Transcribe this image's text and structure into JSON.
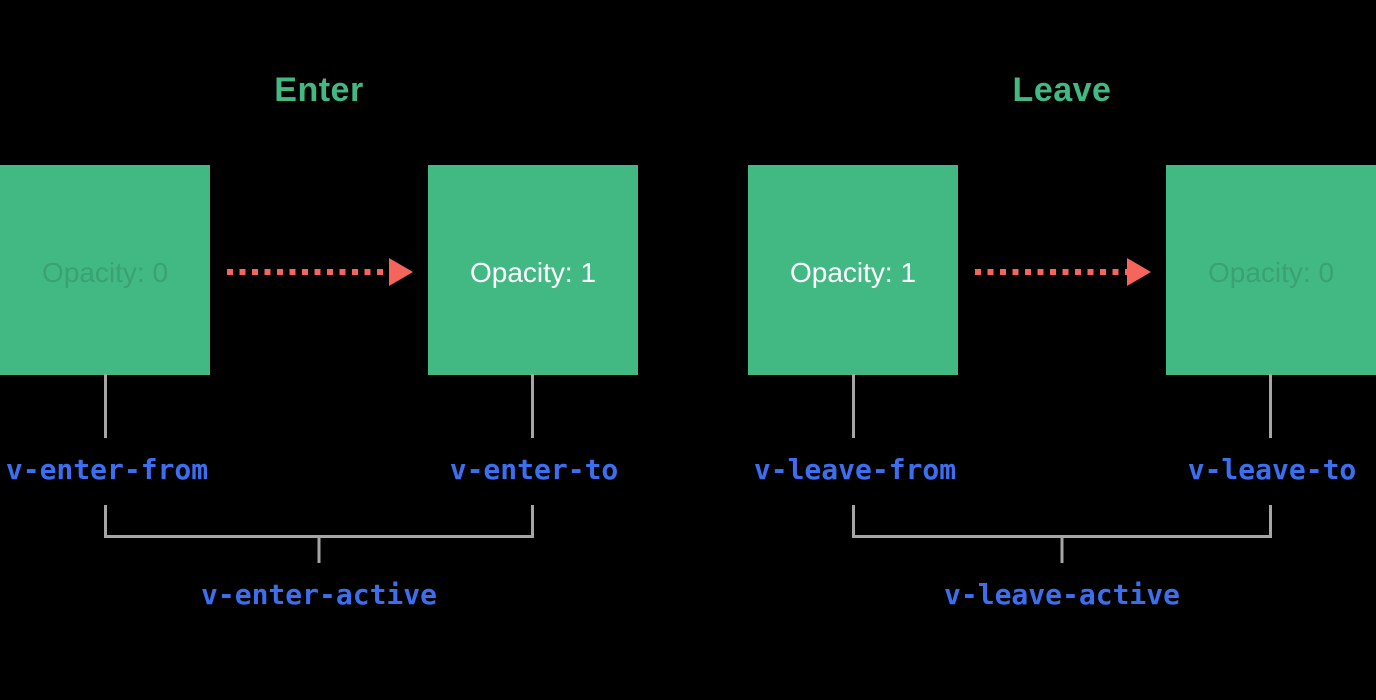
{
  "colors": {
    "bg": "#000000",
    "green": "#42b983",
    "heading_green": "#42b883",
    "arrow_red": "#f5655c",
    "label_blue": "#3c6ff0",
    "line_gray": "#a5a5a5",
    "white": "#ffffff"
  },
  "enter": {
    "heading": "Enter",
    "boxes": [
      {
        "label": "Opacity: 0",
        "opacity_state": "faded"
      },
      {
        "label": "Opacity: 1",
        "opacity_state": "full"
      }
    ],
    "labels": {
      "from": "v-enter-from",
      "to": "v-enter-to",
      "active": "v-enter-active"
    }
  },
  "leave": {
    "heading": "Leave",
    "boxes": [
      {
        "label": "Opacity: 1",
        "opacity_state": "full"
      },
      {
        "label": "Opacity: 0",
        "opacity_state": "faded"
      }
    ],
    "labels": {
      "from": "v-leave-from",
      "to": "v-leave-to",
      "active": "v-leave-active"
    }
  }
}
